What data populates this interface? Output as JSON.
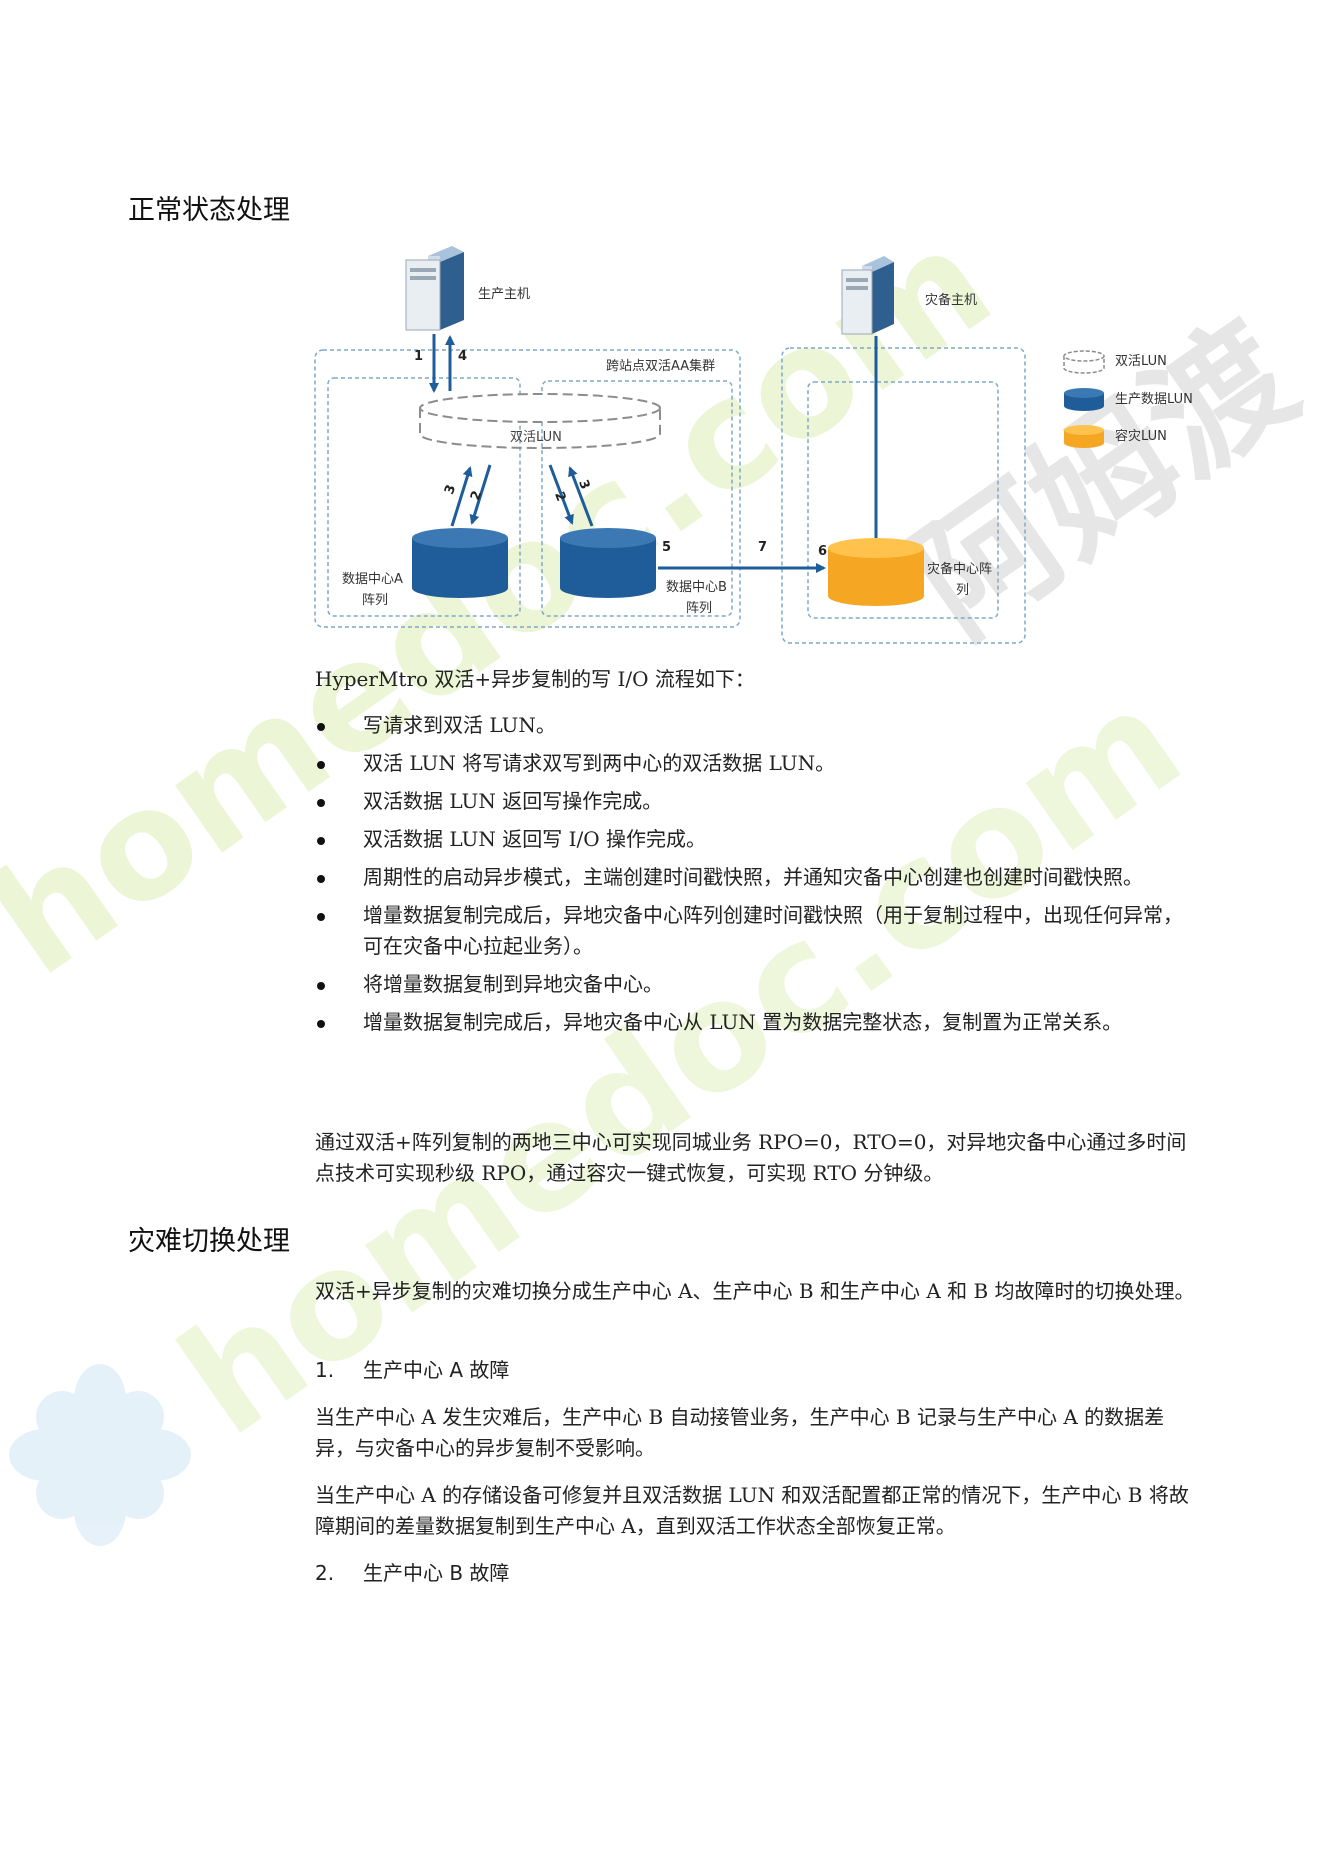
{
  "watermark": {
    "text": "homedoc.com",
    "brand": "阿姆渡",
    "color": "#e6f2c8"
  },
  "headings": {
    "normal": "正常状态处理",
    "disaster": "灾难切换处理"
  },
  "figure": {
    "prod_host": "生产主机",
    "dr_host": "灾备主机",
    "cluster_label": "跨站点双活AA集群",
    "aa_lun": "双活LUN",
    "dc_a": [
      "数据中心A",
      "阵列"
    ],
    "dc_b": [
      "数据中心B",
      "阵列"
    ],
    "dr_center": [
      "灾备中心阵",
      "列"
    ],
    "steps": {
      "s1": "1",
      "s2a": "2",
      "s2b": "2",
      "s3a": "3",
      "s3b": "3",
      "s4": "4",
      "s5": "5",
      "s6": "6",
      "s7": "7"
    },
    "legend": [
      {
        "label": "双活LUN",
        "color": "#ffffff"
      },
      {
        "label": "生产数据LUN",
        "color": "#1f5d9a"
      },
      {
        "label": "容灾LUN",
        "color": "#f5a623"
      }
    ],
    "colors": {
      "arrow": "#1f5d9a",
      "dashed": "#7fa8c9",
      "prod_lun": "#1f5d9a",
      "dr_lun": "#f5a623"
    }
  },
  "intro": "HyperMtro 双活+异步复制的写 I/O 流程如下：",
  "bullets": [
    "写请求到双活 LUN。",
    "双活 LUN 将写请求双写到两中心的双活数据 LUN。",
    "双活数据 LUN 返回写操作完成。",
    "双活数据 LUN 返回写 I/O 操作完成。",
    "周期性的启动异步模式，主端创建时间戳快照，并通知灾备中心创建也创建时间戳快照。",
    "增量数据复制完成后，异地灾备中心阵列创建时间戳快照（用于复制过程中，出现任何异常，可在灾备中心拉起业务）。",
    "将增量数据复制到异地灾备中心。",
    "增量数据复制完成后，异地灾备中心从 LUN 置为数据完整状态，复制置为正常关系。"
  ],
  "summary": "通过双活+阵列复制的两地三中心可实现同城业务 RPO=0，RTO=0，对异地灾备中心通过多时间点技术可实现秒级 RPO，通过容灾一键式恢复，可实现 RTO 分钟级。",
  "disaster_intro": "双活+异步复制的灾难切换分成生产中心 A、生产中心 B 和生产中心 A 和 B 均故障时的切换处理。",
  "item1": {
    "num": "1.",
    "label": "生产中心 A 故障"
  },
  "p_a1": "当生产中心 A 发生灾难后，生产中心 B 自动接管业务，生产中心 B 记录与生产中心 A 的数据差异，与灾备中心的异步复制不受影响。",
  "p_a2": "当生产中心 A 的存储设备可修复并且双活数据 LUN 和双活配置都正常的情况下，生产中心 B 将故障期间的差量数据复制到生产中心 A，直到双活工作状态全部恢复正常。",
  "item2": {
    "num": "2.",
    "label": "生产中心 B 故障"
  }
}
